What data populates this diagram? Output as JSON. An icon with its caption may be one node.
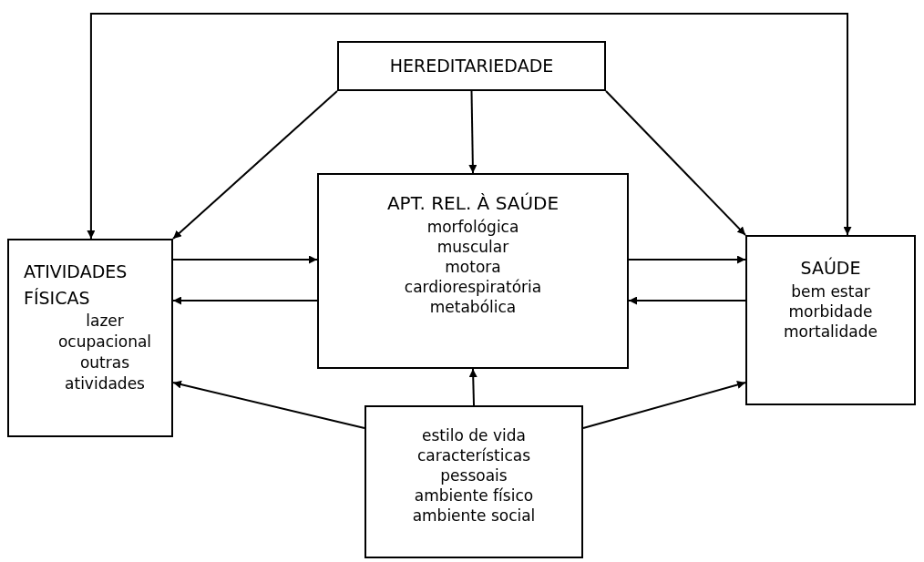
{
  "diagram": {
    "nodes": [
      {
        "text": [
          "HEREDITARIEDADE"
        ]
      },
      {
        "text": [
          "ATIVIDADES FÍSICAS",
          "lazer",
          "ocupacional",
          "outras atividades"
        ]
      },
      {
        "text": [
          "APT. REL. À SAÚDE",
          "morfológica",
          "muscular",
          "motora",
          "cardiorespiratória",
          "metabólica"
        ]
      },
      {
        "text": [
          "SAÚDE",
          "bem estar",
          "morbidade",
          "mortalidade"
        ]
      },
      {
        "text": [
          "estilo de vida",
          "características pessoais",
          "ambiente físico",
          "ambiente social"
        ]
      }
    ],
    "edges": [
      {
        "from": 1,
        "to": 3,
        "arrow": "both"
      },
      {
        "from": 0,
        "to": 1,
        "arrow": "to"
      },
      {
        "from": 0,
        "to": 2,
        "arrow": "to"
      },
      {
        "from": 0,
        "to": 3,
        "arrow": "to"
      },
      {
        "from": 1,
        "to": 2,
        "arrow": "to"
      },
      {
        "from": 2,
        "to": 1,
        "arrow": "to"
      },
      {
        "from": 2,
        "to": 3,
        "arrow": "to"
      },
      {
        "from": 3,
        "to": 2,
        "arrow": "to"
      },
      {
        "from": 4,
        "to": 2,
        "arrow": "to"
      },
      {
        "from": 4,
        "to": 1,
        "arrow": "to"
      },
      {
        "from": 4,
        "to": 3,
        "arrow": "to"
      }
    ]
  }
}
